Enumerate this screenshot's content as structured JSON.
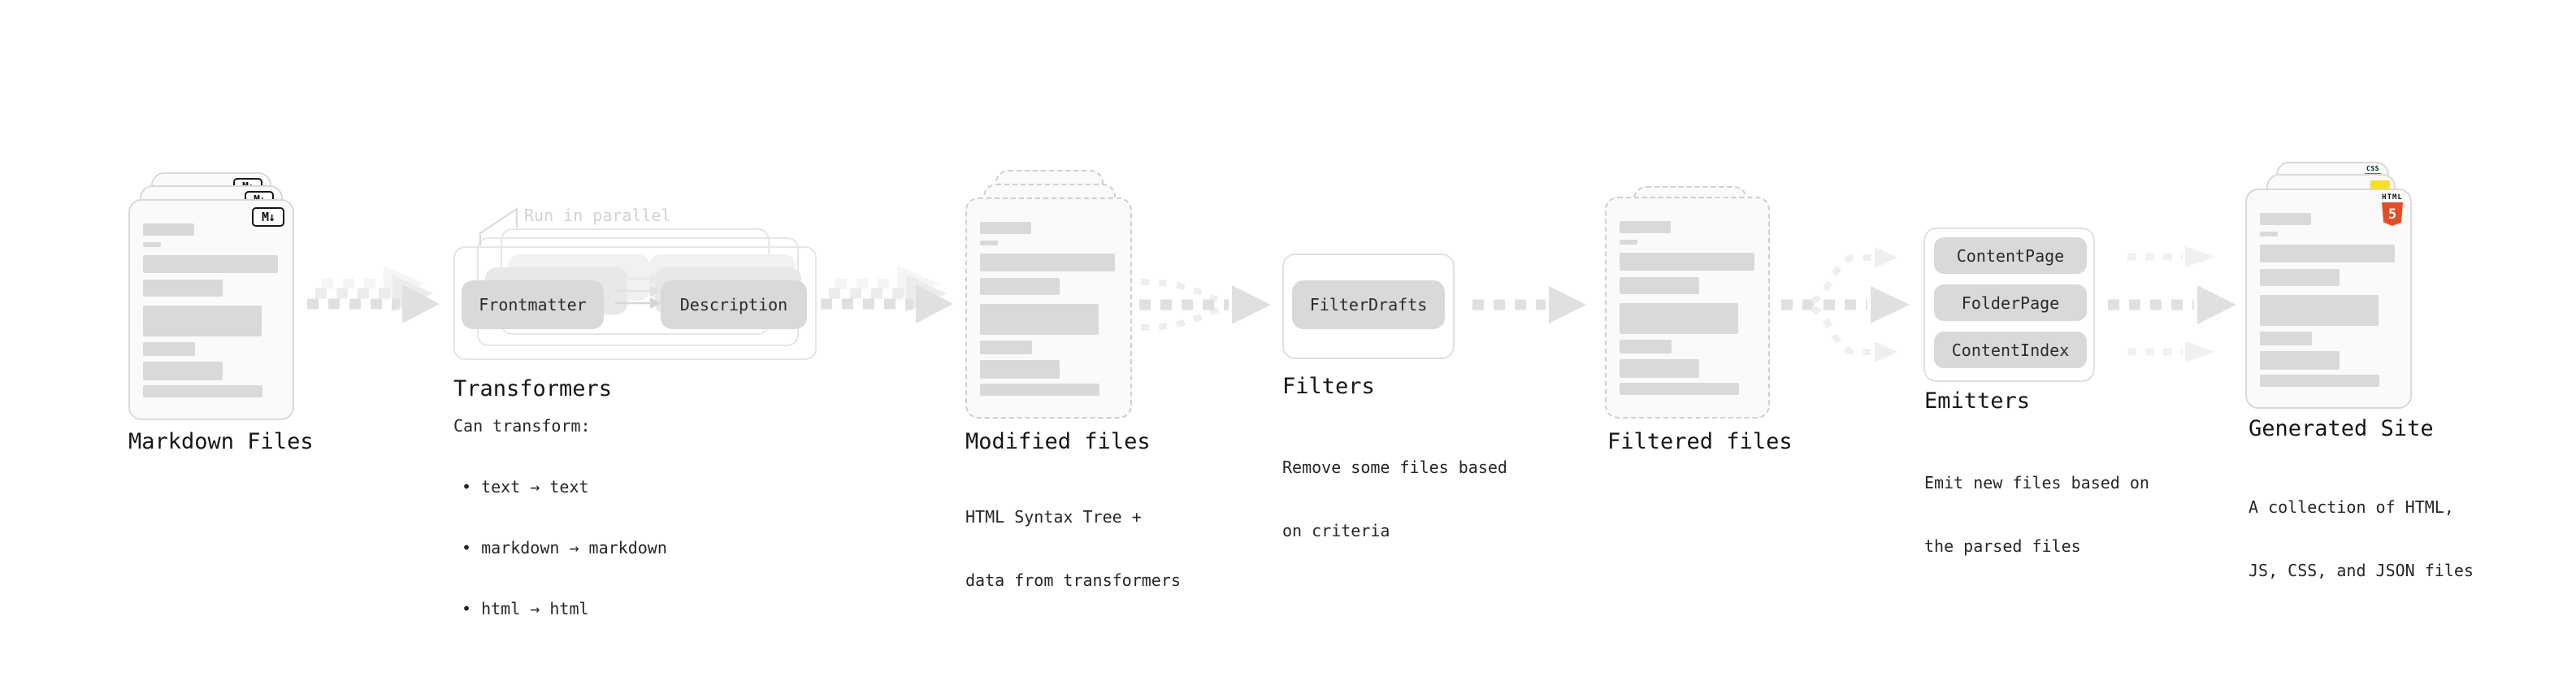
{
  "flow_order": [
    "Markdown Files",
    "Transformers",
    "Modified files",
    "Filters",
    "Filtered files",
    "Emitters",
    "Generated Site"
  ],
  "stages": {
    "markdown_files": {
      "label": "Markdown Files",
      "badge": "M↓",
      "icon": "markdown-icon"
    },
    "transformers": {
      "label": "Transformers",
      "annotation": "Run in parallel",
      "chips": [
        "Frontmatter",
        "Description"
      ],
      "caption_title": "Can transform:",
      "bullets": [
        "• text → text",
        "• markdown → markdown",
        "• html → html"
      ]
    },
    "modified_files": {
      "label": "Modified files",
      "caption_lines": [
        "HTML Syntax Tree +",
        "data from transformers"
      ]
    },
    "filters": {
      "label": "Filters",
      "chips": [
        "FilterDrafts"
      ],
      "caption_lines": [
        "Remove some files based",
        "on criteria"
      ]
    },
    "filtered_files": {
      "label": "Filtered files"
    },
    "emitters": {
      "label": "Emitters",
      "chips": [
        "ContentPage",
        "FolderPage",
        "ContentIndex"
      ],
      "caption_lines": [
        "Emit new files based on",
        "the parsed files"
      ]
    },
    "generated_site": {
      "label": "Generated Site",
      "caption_lines": [
        "A collection of HTML,",
        "JS, CSS, and JSON files"
      ],
      "badges": {
        "css": "CSS",
        "html_label": "HTML",
        "html_number": "5"
      }
    }
  },
  "icons": {
    "markdown-icon": "M↓ boxed badge",
    "html5-icon": "orange HTML5 shield",
    "js-icon": "yellow square",
    "css-icon": "CSS text over blue bar",
    "arrow-icon": "dashed gray arrow"
  },
  "colors": {
    "background": "#ffffff",
    "card_bg": "#fafafa",
    "card_border": "#d9d9d9",
    "dashed_border": "#cfcfcf",
    "chip_bg": "#d9d9d9",
    "bar": "#d9d9d9",
    "arrow_dark": "#e0e0e0",
    "arrow_light": "#efefef",
    "annotation_gray": "#d2d2d2",
    "html5_orange": "#e44d26",
    "js_yellow": "#f6df1d",
    "css_blue": "#2b6ae3",
    "text": "#161616"
  }
}
